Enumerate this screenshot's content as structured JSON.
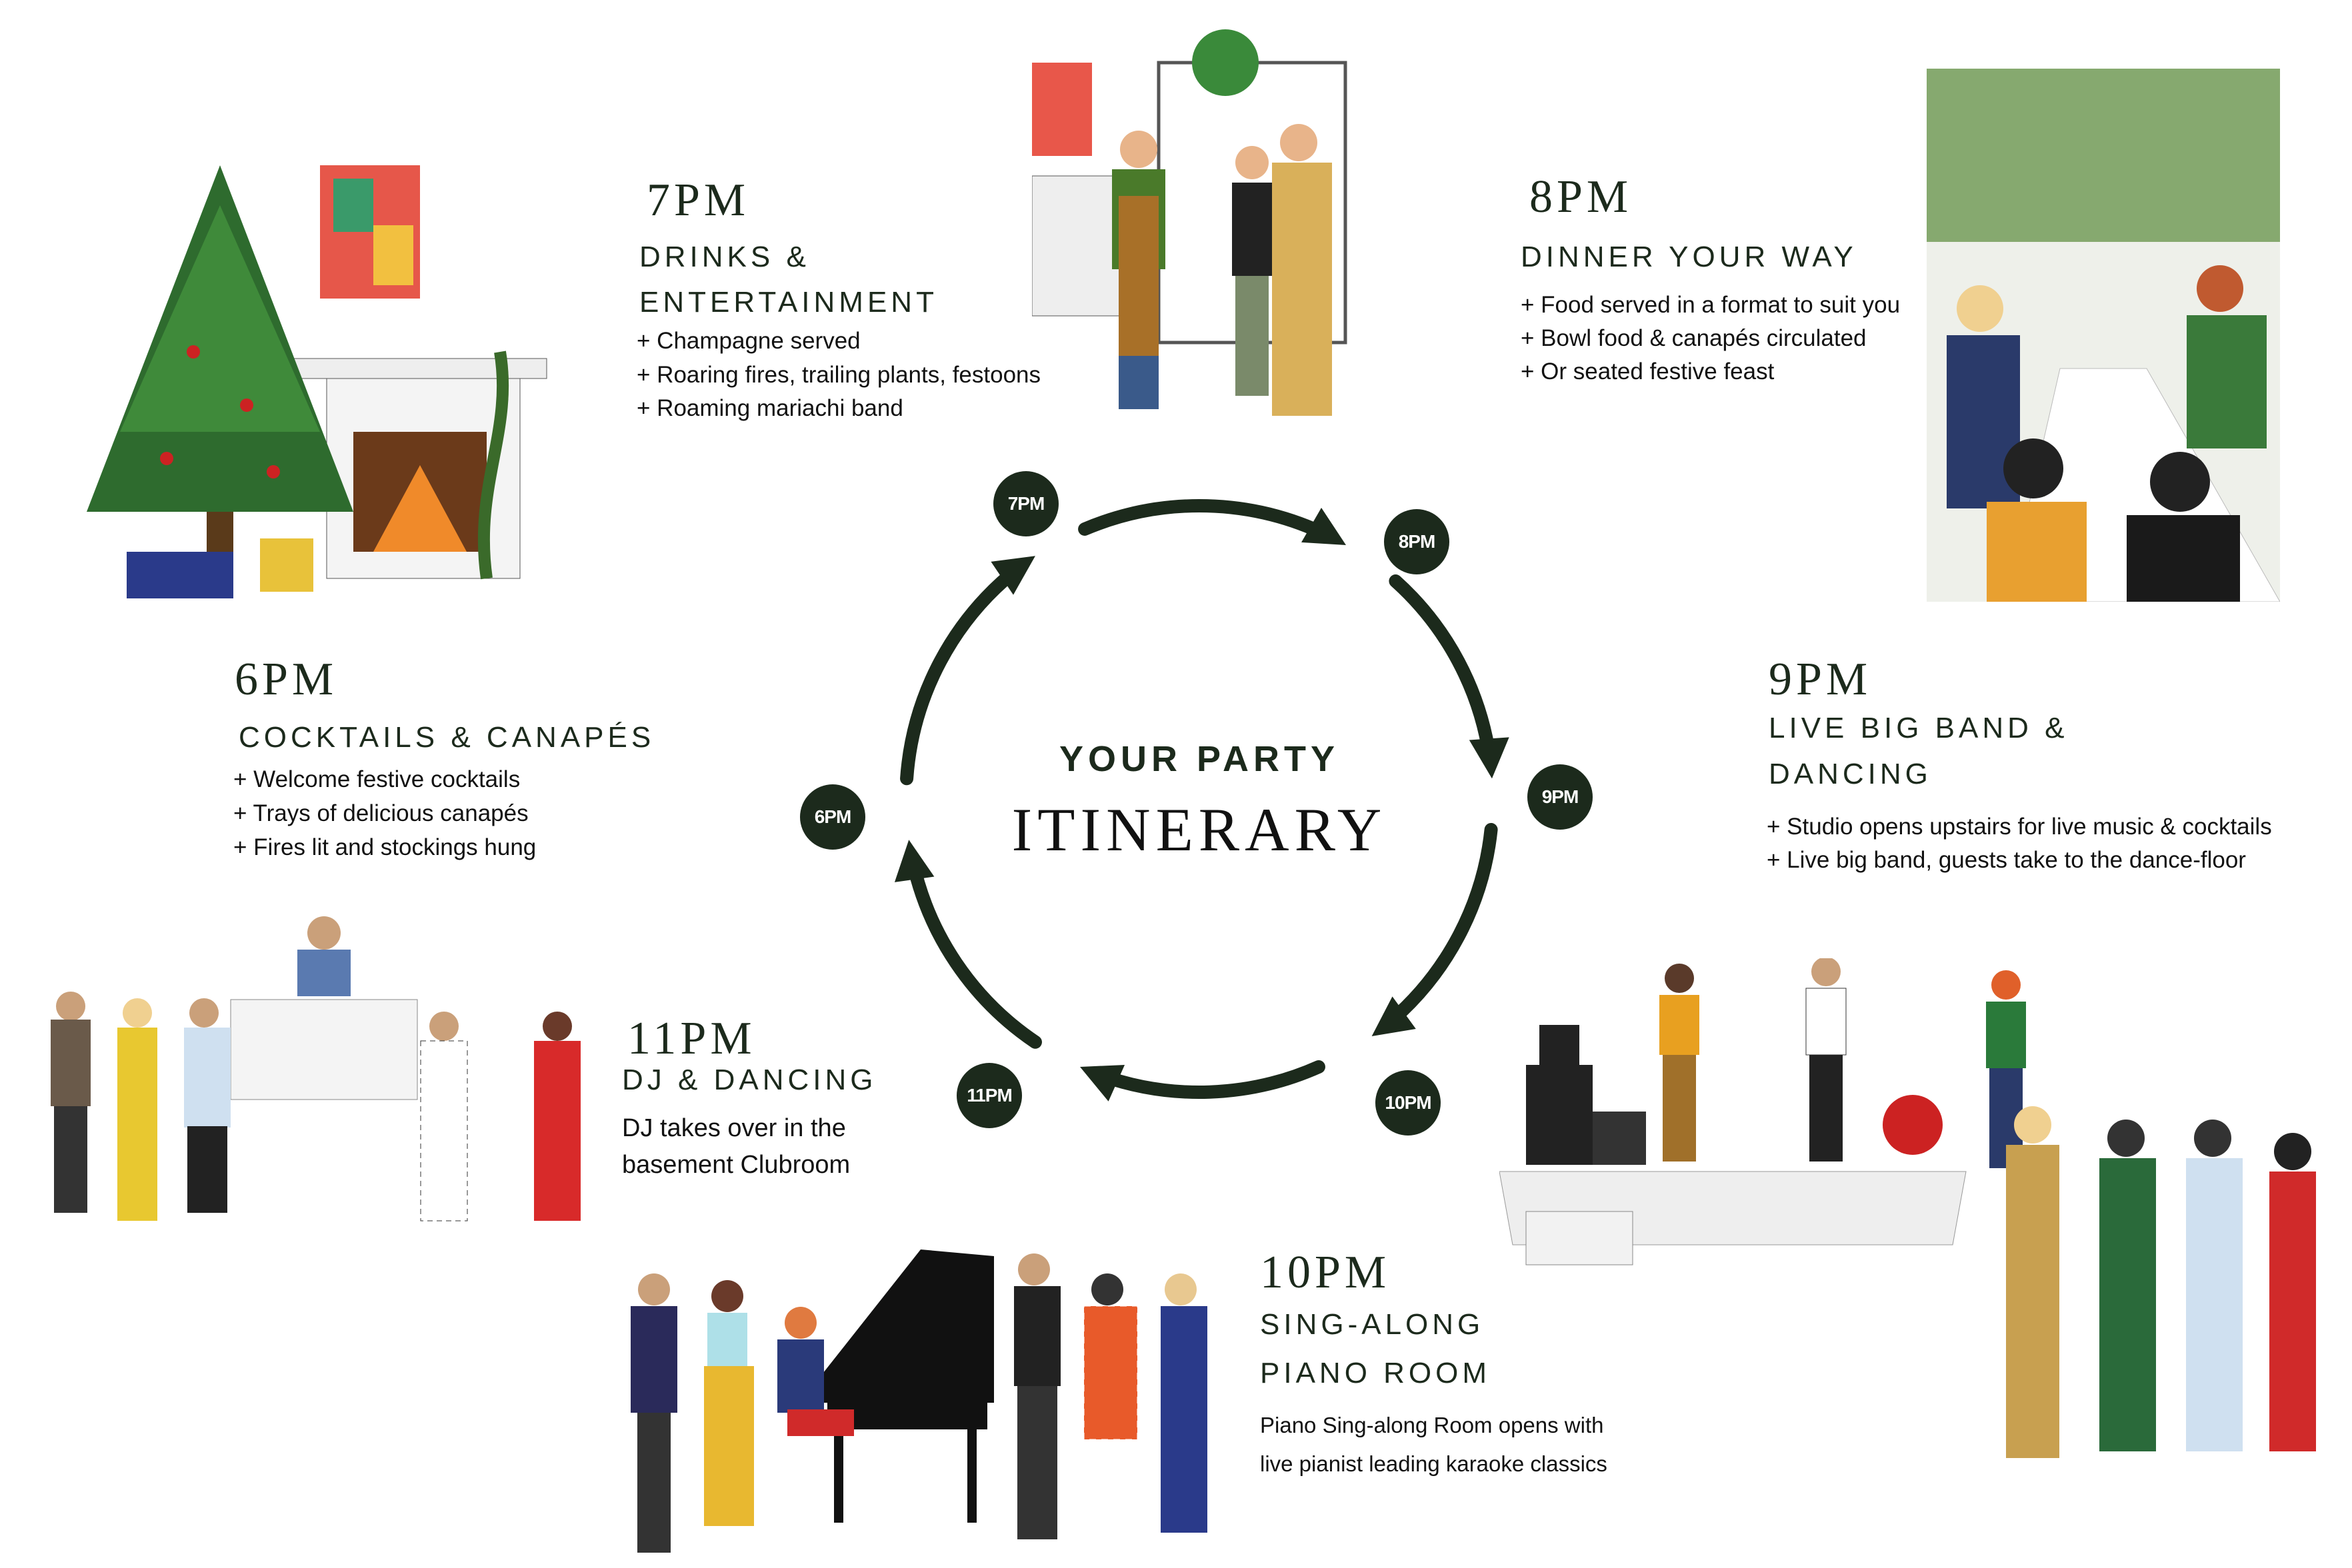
{
  "center": {
    "line1": "YOUR PARTY",
    "line2": "ITINERARY"
  },
  "badges": [
    "6PM",
    "7PM",
    "8PM",
    "9PM",
    "10PM",
    "11PM"
  ],
  "accent_color": "#1c2a1c",
  "events": {
    "six": {
      "time": "6PM",
      "title": "COCKTAILS & CANAPÉS",
      "bullets": [
        "+ Welcome festive cocktails",
        "+ Trays of delicious canapés",
        "+ Fires lit and stockings hung"
      ]
    },
    "seven": {
      "time": "7PM",
      "title1": "DRINKS &",
      "title2": "ENTERTAINMENT",
      "bullets": [
        "+ Champagne served",
        "+ Roaring fires, trailing plants, festoons",
        "+ Roaming mariachi band"
      ]
    },
    "eight": {
      "time": "8PM",
      "title": "DINNER YOUR WAY",
      "bullets": [
        "+ Food served in a format to suit you",
        "+ Bowl food & canapés circulated",
        "+ Or seated festive feast"
      ]
    },
    "nine": {
      "time": "9PM",
      "title1": "LIVE BIG BAND &",
      "title2": "DANCING",
      "bullets": [
        "+ Studio opens upstairs for live music & cocktails",
        "+ Live big band, guests take to the dance-floor"
      ]
    },
    "ten": {
      "time": "10PM",
      "title1": "SING-ALONG",
      "title2": "PIANO ROOM",
      "lines": [
        "Piano Sing-along Room opens with",
        "live pianist leading karaoke classics"
      ]
    },
    "eleven": {
      "time": "11PM",
      "title": "DJ & DANCING",
      "lines": [
        "DJ takes over in the",
        "basement Clubroom"
      ]
    }
  }
}
